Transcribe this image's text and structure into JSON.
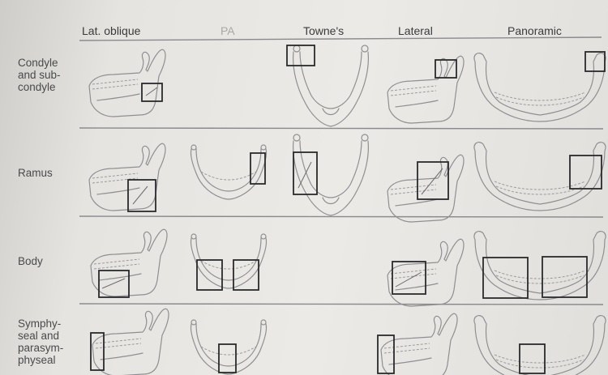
{
  "columns": [
    {
      "id": "lat-oblique",
      "label": "Lat. oblique"
    },
    {
      "id": "pa",
      "label": "PA"
    },
    {
      "id": "townes",
      "label": "Towne's"
    },
    {
      "id": "lateral",
      "label": "Lateral"
    },
    {
      "id": "panoramic",
      "label": "Panoramic"
    }
  ],
  "rows": [
    {
      "id": "condyle",
      "label_lines": [
        "Condyle",
        "and sub-",
        "condyle"
      ]
    },
    {
      "id": "ramus",
      "label_lines": [
        "Ramus"
      ]
    },
    {
      "id": "body",
      "label_lines": [
        "Body"
      ]
    },
    {
      "id": "symphyseal",
      "label_lines": [
        "Symphy-",
        "seal and",
        "parasym-",
        "physeal"
      ]
    }
  ]
}
